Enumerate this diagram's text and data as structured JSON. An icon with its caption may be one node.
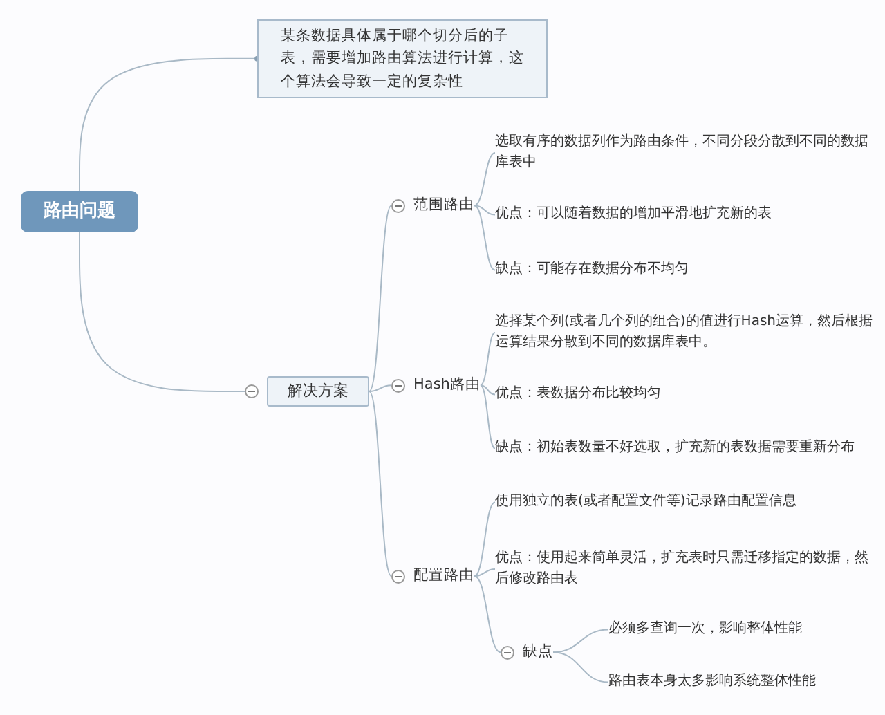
{
  "diagram": {
    "nodes": [
      {
        "text": [
          "路由问题"
        ]
      },
      {
        "text": [
          "某条数据具体属于哪个切分后的子表，需要增加路由算法进行计算，这个算法会导致一定的复杂性"
        ]
      },
      {
        "text": [
          "解决方案"
        ]
      },
      {
        "text": [
          "范围路由"
        ]
      },
      {
        "text": [
          "选取有序的数据列作为路由条件，不同分段分散到不同的数据库表中"
        ]
      },
      {
        "text": [
          "优点：可以随着数据的增加平滑地扩充新的表"
        ]
      },
      {
        "text": [
          "缺点：可能存在数据分布不均匀"
        ]
      },
      {
        "text": [
          "Hash路由"
        ]
      },
      {
        "text": [
          "选择某个列(或者几个列的组合)的值进行Hash运算，然后根据运算结果分散到不同的数据库表中。"
        ]
      },
      {
        "text": [
          "优点：表数据分布比较均匀"
        ]
      },
      {
        "text": [
          "缺点：初始表数量不好选取，扩充新的表数据需要重新分布"
        ]
      },
      {
        "text": [
          "配置路由"
        ]
      },
      {
        "text": [
          "使用独立的表(或者配置文件等)记录路由配置信息"
        ]
      },
      {
        "text": [
          "优点：使用起来简单灵活，扩充表时只需迁移指定的数据，然后修改路由表"
        ]
      },
      {
        "text": [
          "缺点"
        ]
      },
      {
        "text": [
          "必须多查询一次，影响整体性能"
        ]
      },
      {
        "text": [
          "路由表本身太多影响系统整体性能"
        ]
      }
    ],
    "edges": [
      {
        "from": 0,
        "to": 1,
        "arrow": "other"
      },
      {
        "from": 0,
        "to": 2,
        "arrow": "none"
      },
      {
        "from": 2,
        "to": 3,
        "arrow": "none"
      },
      {
        "from": 2,
        "to": 7,
        "arrow": "none"
      },
      {
        "from": 2,
        "to": 11,
        "arrow": "none"
      },
      {
        "from": 3,
        "to": 4,
        "arrow": "none"
      },
      {
        "from": 3,
        "to": 5,
        "arrow": "none"
      },
      {
        "from": 3,
        "to": 6,
        "arrow": "none"
      },
      {
        "from": 7,
        "to": 8,
        "arrow": "none"
      },
      {
        "from": 7,
        "to": 9,
        "arrow": "none"
      },
      {
        "from": 7,
        "to": 10,
        "arrow": "none"
      },
      {
        "from": 11,
        "to": 12,
        "arrow": "none"
      },
      {
        "from": 11,
        "to": 13,
        "arrow": "none"
      },
      {
        "from": 11,
        "to": 14,
        "arrow": "none"
      },
      {
        "from": 14,
        "to": 15,
        "arrow": "none"
      },
      {
        "from": 14,
        "to": 16,
        "arrow": "none"
      }
    ]
  }
}
